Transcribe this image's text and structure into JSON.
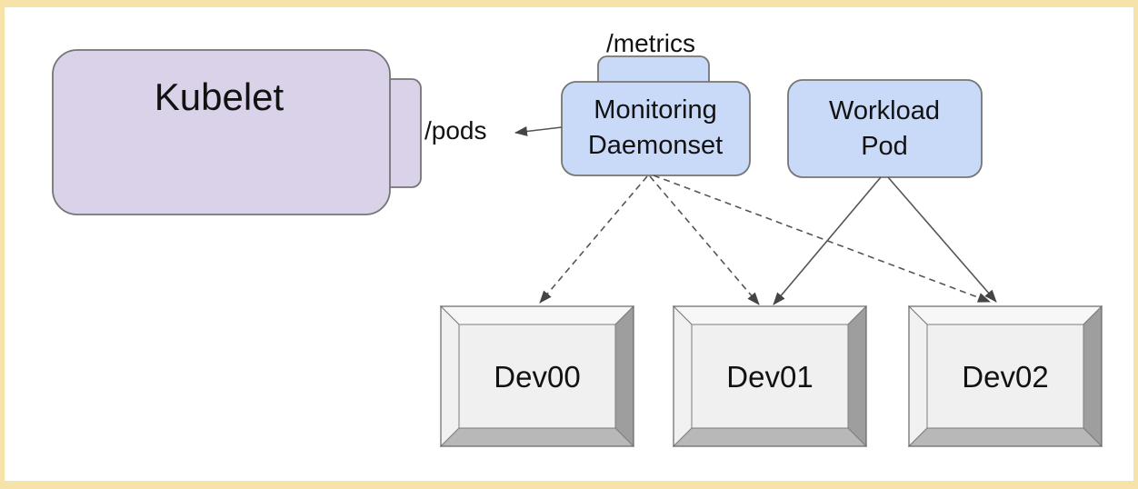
{
  "nodes": {
    "kubelet": {
      "label": "Kubelet",
      "fill": "#d9d2e9"
    },
    "kubelet_endpoint_label": "/pods",
    "monitoring_daemonset": {
      "line1": "Monitoring",
      "line2": "Daemonset",
      "endpoint_label": "/metrics",
      "fill": "#c9daf8"
    },
    "workload_pod": {
      "line1": "Workload",
      "line2": "Pod",
      "fill": "#c9daf8"
    }
  },
  "devices": [
    {
      "label": "Dev00"
    },
    {
      "label": "Dev01"
    },
    {
      "label": "Dev02"
    }
  ],
  "edges": [
    {
      "from": "monitoring_daemonset",
      "to": "kubelet:/pods",
      "style": "solid"
    },
    {
      "from": "monitoring_daemonset",
      "to": "Dev00",
      "style": "dashed"
    },
    {
      "from": "monitoring_daemonset",
      "to": "Dev01",
      "style": "dashed"
    },
    {
      "from": "monitoring_daemonset",
      "to": "Dev02",
      "style": "dashed"
    },
    {
      "from": "workload_pod",
      "to": "Dev01",
      "style": "solid"
    },
    {
      "from": "workload_pod",
      "to": "Dev02",
      "style": "solid"
    }
  ],
  "palette": {
    "canvas_border": "#f6e3aa",
    "kubelet_fill": "#d9d2e9",
    "pod_fill": "#c9daf8",
    "device_face": "#f0f0f0",
    "device_bevel_dark": "#9e9e9e",
    "edge_color": "#555555"
  }
}
